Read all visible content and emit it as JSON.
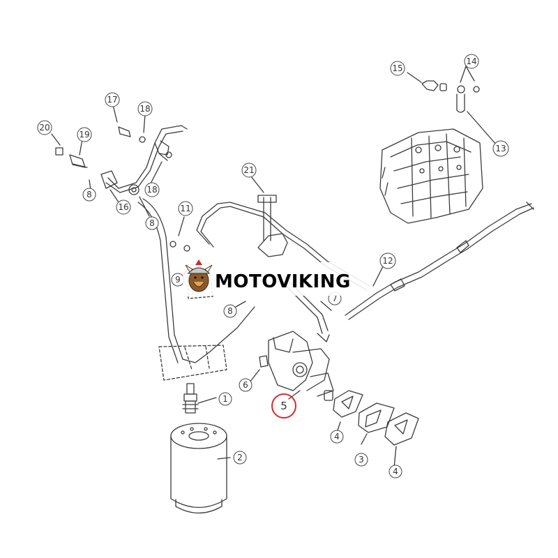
{
  "watermark": {
    "text": "MOTOVIKING"
  },
  "highlight_color": "#d9262b",
  "callouts": {
    "c1": "1",
    "c2": "2",
    "c3": "3",
    "c4a": "4",
    "c4b": "4",
    "c5": "5",
    "c6": "6",
    "c7": "7",
    "c8a": "8",
    "c8b": "8",
    "c8c": "8",
    "c9": "9",
    "c11": "11",
    "c12": "12",
    "c13": "13",
    "c14": "14",
    "c15": "15",
    "c16": "16",
    "c17": "17",
    "c18a": "18",
    "c18b": "18",
    "c19": "19",
    "c20": "20",
    "c21": "21"
  }
}
